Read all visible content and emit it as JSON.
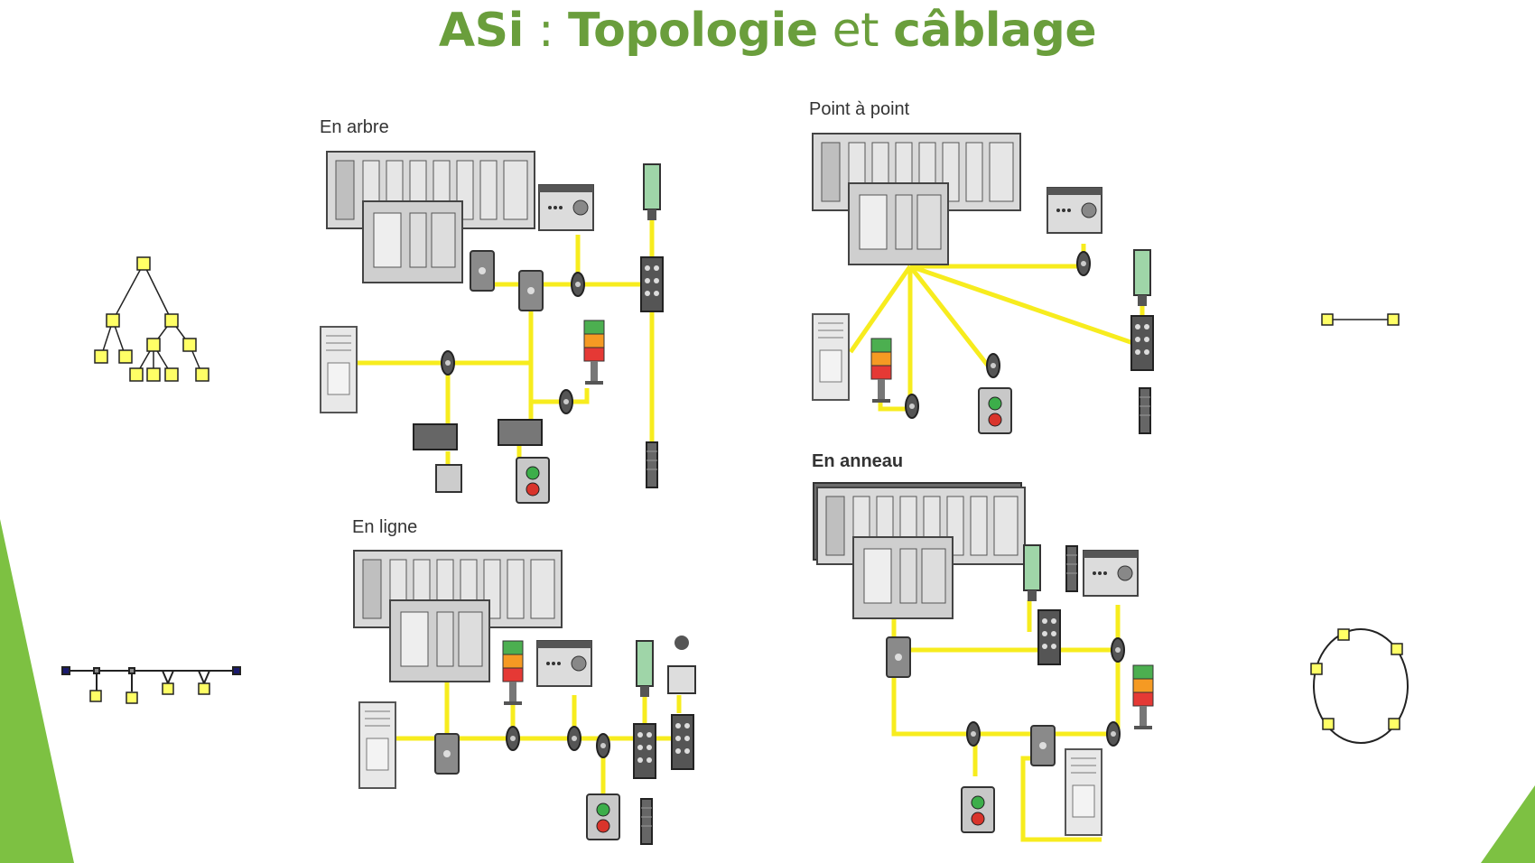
{
  "slide": {
    "title_part1": "ASi",
    "title_sep": " : ",
    "title_part2": "Topologie",
    "title_mid": " et ",
    "title_part3": "câblage"
  },
  "sections": {
    "tree": "En arbre",
    "line": "En ligne",
    "point": "Point à point",
    "ring": "En anneau"
  },
  "colors": {
    "title": "#6a9e3c",
    "cable": "#f7ec1e",
    "node": "#ffff66",
    "accent_green": "#7dc142"
  }
}
